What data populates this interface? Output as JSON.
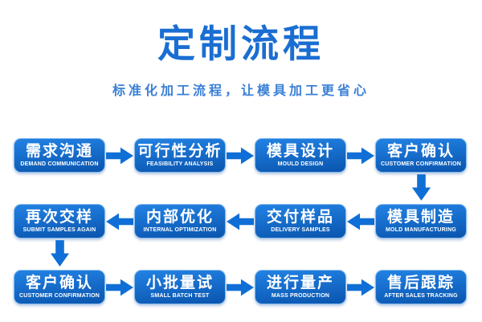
{
  "header": {
    "title": "定制流程",
    "subtitle": "标准化加工流程，让模具加工更省心"
  },
  "colors": {
    "title": "#1a6ed2",
    "subtitle": "#3a80d6",
    "box_top": "#2282e4",
    "box_bottom": "#0a55ae",
    "box_border": "#85bbec",
    "box_text": "#ffffff",
    "arrow": "#0f6fd6"
  },
  "flow": {
    "rows": [
      {
        "direction": "right",
        "steps": [
          {
            "zh": "需求沟通",
            "en": "DEMAND COMMUNICATION"
          },
          {
            "zh": "可行性分析",
            "en": "FEASIBILITY ANALYSIS"
          },
          {
            "zh": "模具设计",
            "en": "MOULD DESIGN"
          },
          {
            "zh": "客户确认",
            "en": "CUSTOMER CONFIRMATION"
          }
        ]
      },
      {
        "direction": "left",
        "steps": [
          {
            "zh": "再次交样",
            "en": "SUBMIT SAMPLES AGAIN"
          },
          {
            "zh": "内部优化",
            "en": "INTERNAL OPTIMIZATION"
          },
          {
            "zh": "交付样品",
            "en": "DELIVERY SAMPLES"
          },
          {
            "zh": "模具制造",
            "en": "MOLD MANUFACTURING"
          }
        ]
      },
      {
        "direction": "right",
        "steps": [
          {
            "zh": "客户确认",
            "en": "CUSTOMER CONFIRMATION"
          },
          {
            "zh": "小批量试",
            "en": "SMALL BATCH TEST"
          },
          {
            "zh": "进行量产",
            "en": "MASS PRODUCTION"
          },
          {
            "zh": "售后跟踪",
            "en": "AFTER SALES TRACKING"
          }
        ]
      }
    ],
    "connectors": [
      {
        "from": "客户确认",
        "to": "模具制造",
        "direction": "down",
        "position": "right-column"
      },
      {
        "from": "再次交样",
        "to": "客户确认",
        "direction": "down",
        "position": "left-column"
      }
    ]
  }
}
